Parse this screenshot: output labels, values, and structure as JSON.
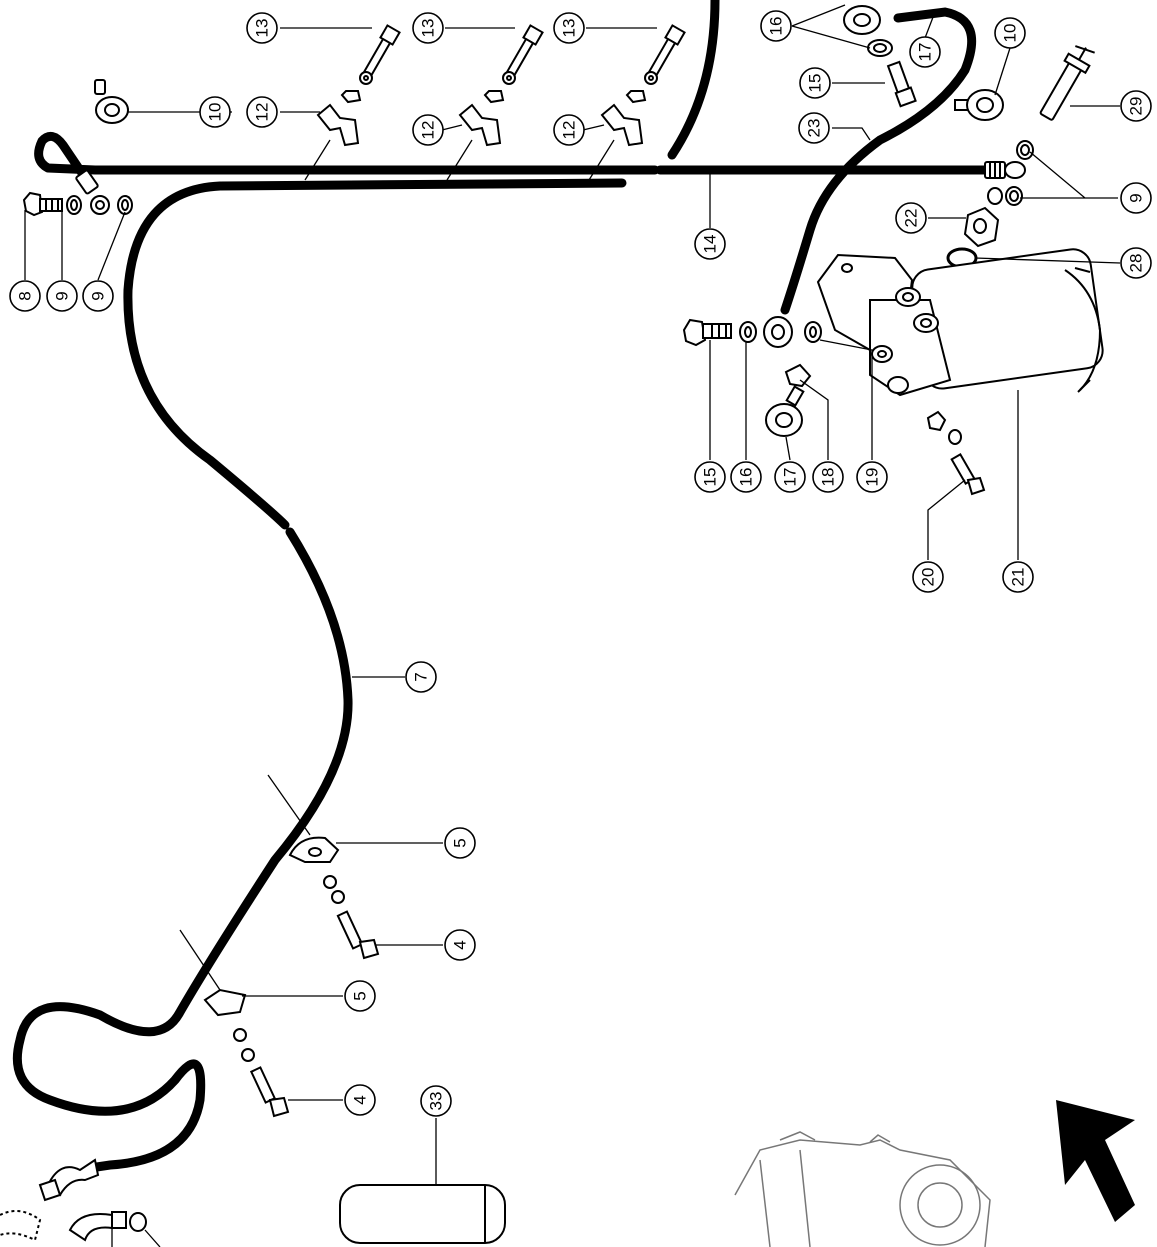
{
  "diagram": {
    "type": "exploded-parts-view",
    "callouts": [
      {
        "id": "c13a",
        "label": "13"
      },
      {
        "id": "c13b",
        "label": "13"
      },
      {
        "id": "c13c",
        "label": "13"
      },
      {
        "id": "c16a",
        "label": "16"
      },
      {
        "id": "c17a",
        "label": "17"
      },
      {
        "id": "c10a",
        "label": "10"
      },
      {
        "id": "c10b",
        "label": "10"
      },
      {
        "id": "c15a",
        "label": "15"
      },
      {
        "id": "c12a",
        "label": "12"
      },
      {
        "id": "c12b",
        "label": "12"
      },
      {
        "id": "c12c",
        "label": "12"
      },
      {
        "id": "c23",
        "label": "23"
      },
      {
        "id": "c29",
        "label": "29"
      },
      {
        "id": "c9a",
        "label": "9"
      },
      {
        "id": "c8",
        "label": "8"
      },
      {
        "id": "c9b",
        "label": "9"
      },
      {
        "id": "c9c",
        "label": "9"
      },
      {
        "id": "c14",
        "label": "14"
      },
      {
        "id": "c22",
        "label": "22"
      },
      {
        "id": "c28",
        "label": "28"
      },
      {
        "id": "c15b",
        "label": "15"
      },
      {
        "id": "c16b",
        "label": "16"
      },
      {
        "id": "c17b",
        "label": "17"
      },
      {
        "id": "c18",
        "label": "18"
      },
      {
        "id": "c19",
        "label": "19"
      },
      {
        "id": "c20",
        "label": "20"
      },
      {
        "id": "c21",
        "label": "21"
      },
      {
        "id": "c7",
        "label": "7"
      },
      {
        "id": "c5a",
        "label": "5"
      },
      {
        "id": "c4a",
        "label": "4"
      },
      {
        "id": "c5b",
        "label": "5"
      },
      {
        "id": "c4b",
        "label": "4"
      },
      {
        "id": "c33",
        "label": "33"
      }
    ],
    "colors": {
      "ink": "#000000",
      "paper": "#ffffff",
      "part_fill": "#f2f2f2"
    }
  }
}
